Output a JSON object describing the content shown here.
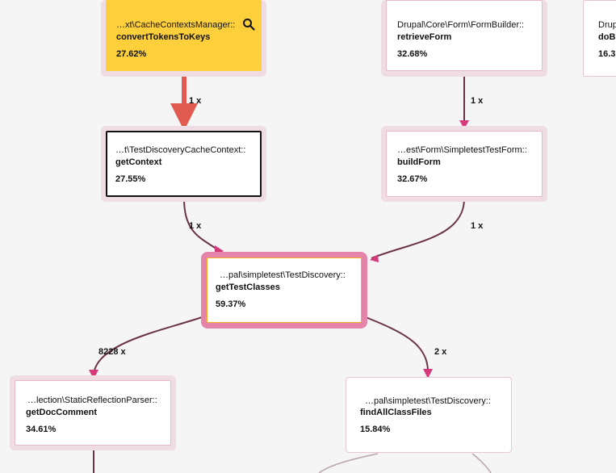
{
  "nodes": {
    "convert_tokens": {
      "ns": "…xt\\CacheContextsManager::",
      "fn": "convertTokensToKeys",
      "pct": "27.62%",
      "highlight_color": "#fdd03b"
    },
    "retrieve_form": {
      "ns": "Drupal\\Core\\Form\\FormBuilder::",
      "fn": "retrieveForm",
      "pct": "32.68%"
    },
    "partial_right": {
      "ns": "Drup",
      "fn": "doB",
      "pct": "16.3"
    },
    "get_context": {
      "ns": "…t\\TestDiscoveryCacheContext::",
      "fn": "getContext",
      "pct": "27.55%"
    },
    "build_form": {
      "ns": "…est\\Form\\SimpletestTestForm::",
      "fn": "buildForm",
      "pct": "32.67%"
    },
    "get_test_classes": {
      "ns": "…pal\\simpletest\\TestDiscovery::",
      "fn": "getTestClasses",
      "pct": "59.37%"
    },
    "get_doc_comment": {
      "ns": "…lection\\StaticReflectionParser::",
      "fn": "getDocComment",
      "pct": "34.61%"
    },
    "find_all_class_files": {
      "ns": "…pal\\simpletest\\TestDiscovery::",
      "fn": "findAllClassFiles",
      "pct": "15.84%"
    }
  },
  "edges": {
    "convert_to_context": "1 x",
    "retrieve_to_build": "1 x",
    "context_to_classes": "1 x",
    "build_to_classes": "1 x",
    "classes_to_doc": "8228 x",
    "classes_to_find": "2 x"
  },
  "colors": {
    "hot_edge": "#e05a4f",
    "edge": "#6b3347",
    "arrow_head": "#d63a7a",
    "node_halo": "#f0dde3",
    "selected_halo": "#e683a8"
  }
}
